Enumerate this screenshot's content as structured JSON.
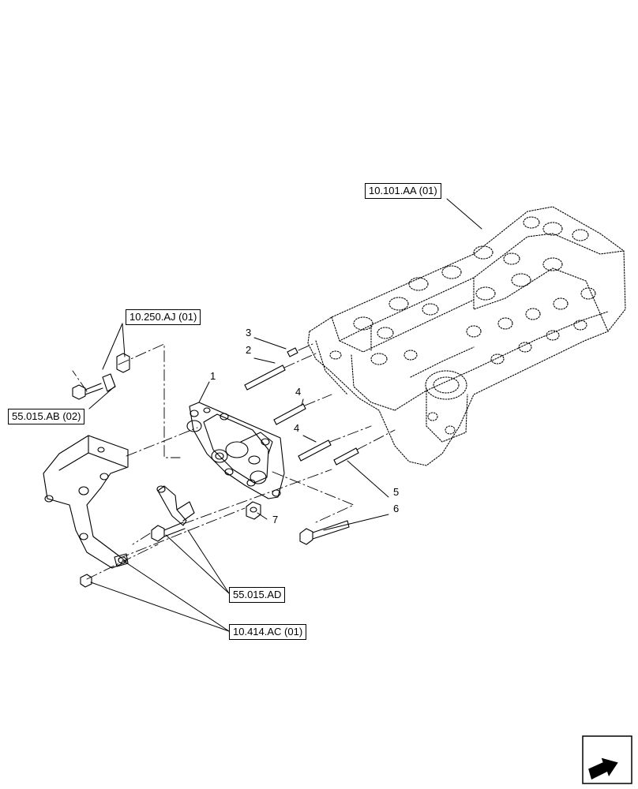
{
  "references": {
    "cylinder_head": "10.101.AA (01)",
    "upper_left": "10.250.AJ (01)",
    "left_middle": "55.015.AB (02)",
    "lower_middle": "55.015.AD",
    "lower": "10.414.AC (01)"
  },
  "callouts": {
    "c1": "1",
    "c2": "2",
    "c3": "3",
    "c4a": "4",
    "c4b": "4",
    "c5": "5",
    "c6": "6",
    "c7": "7"
  },
  "nav": {
    "icon": "next-page-arrow-icon"
  }
}
